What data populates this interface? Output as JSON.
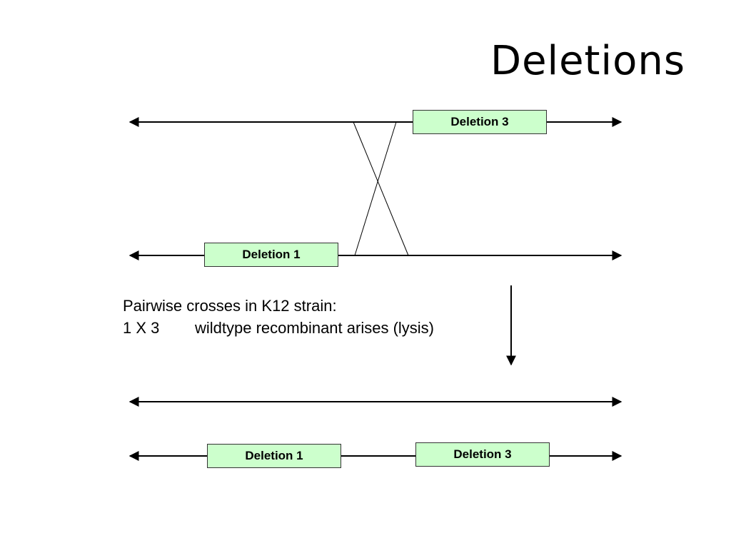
{
  "slide": {
    "title": "Deletions"
  },
  "diagram": {
    "before": {
      "top_box_label": "Deletion 3",
      "bottom_box_label": "Deletion 1"
    },
    "caption": {
      "line1": "Pairwise crosses in K12 strain:",
      "line2_cross": "1 X 3",
      "line2_result": "wildtype recombinant arises (lysis)"
    },
    "after": {
      "left_box_label": "Deletion 1",
      "right_box_label": "Deletion 3"
    }
  },
  "colors": {
    "box_fill": "#ccffcc",
    "line": "#000000"
  }
}
